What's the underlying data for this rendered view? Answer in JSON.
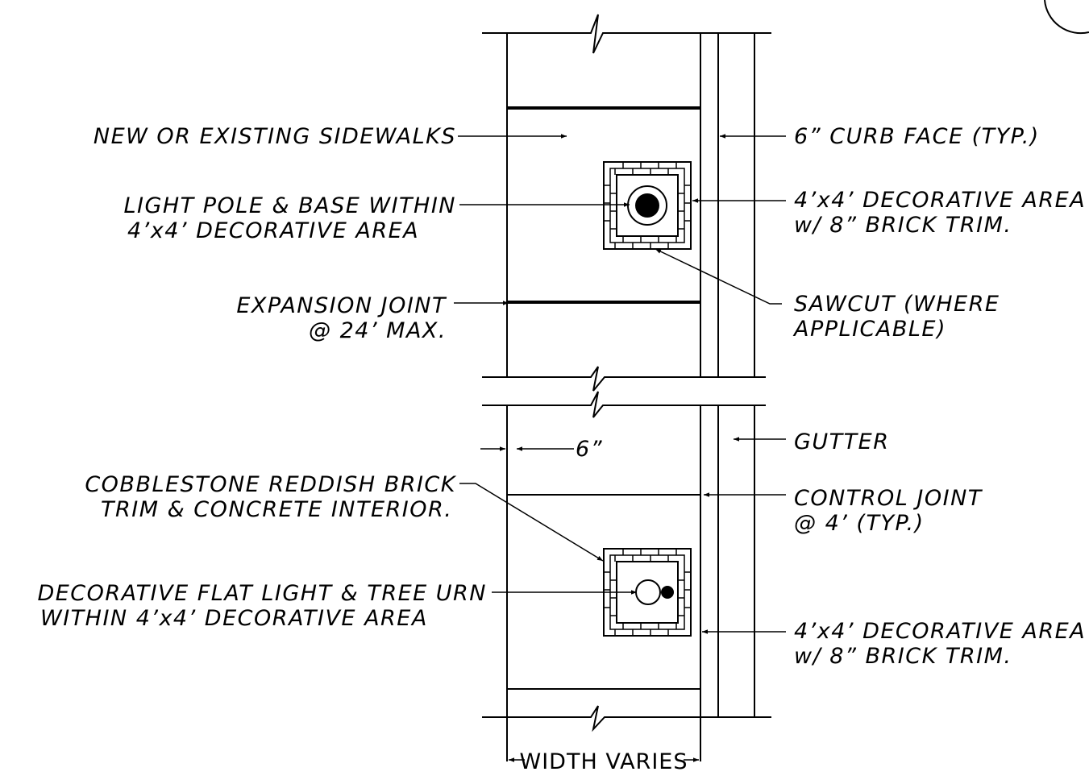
{
  "labels": {
    "sidewalks": "NEW OR EXISTING SIDEWALKS",
    "curb_face": "6” CURB FACE (TYP.)",
    "light_pole_1": "LIGHT POLE & BASE WITHIN",
    "light_pole_2": "4’x4’ DECORATIVE AREA",
    "deco_area_top_1": "4’x4’ DECORATIVE AREA",
    "deco_area_top_2": "w/ 8” BRICK TRIM.",
    "expansion_1": "EXPANSION JOINT",
    "expansion_2": "@ 24’ MAX.",
    "sawcut_1": "SAWCUT (WHERE",
    "sawcut_2": "APPLICABLE)",
    "six_inch": "6”",
    "gutter": "GUTTER",
    "cobblestone_1": "COBBLESTONE REDDISH BRICK",
    "cobblestone_2": "TRIM & CONCRETE INTERIOR.",
    "control_1": "CONTROL JOINT",
    "control_2": "@ 4’ (TYP.)",
    "flat_light_1": "DECORATIVE FLAT LIGHT & TREE URN",
    "flat_light_2": "WITHIN 4’x4’ DECORATIVE AREA",
    "deco_area_bot_1": "4’x4’ DECORATIVE AREA",
    "deco_area_bot_2": "w/ 8” BRICK TRIM.",
    "width_varies": "WIDTH VARIES"
  }
}
